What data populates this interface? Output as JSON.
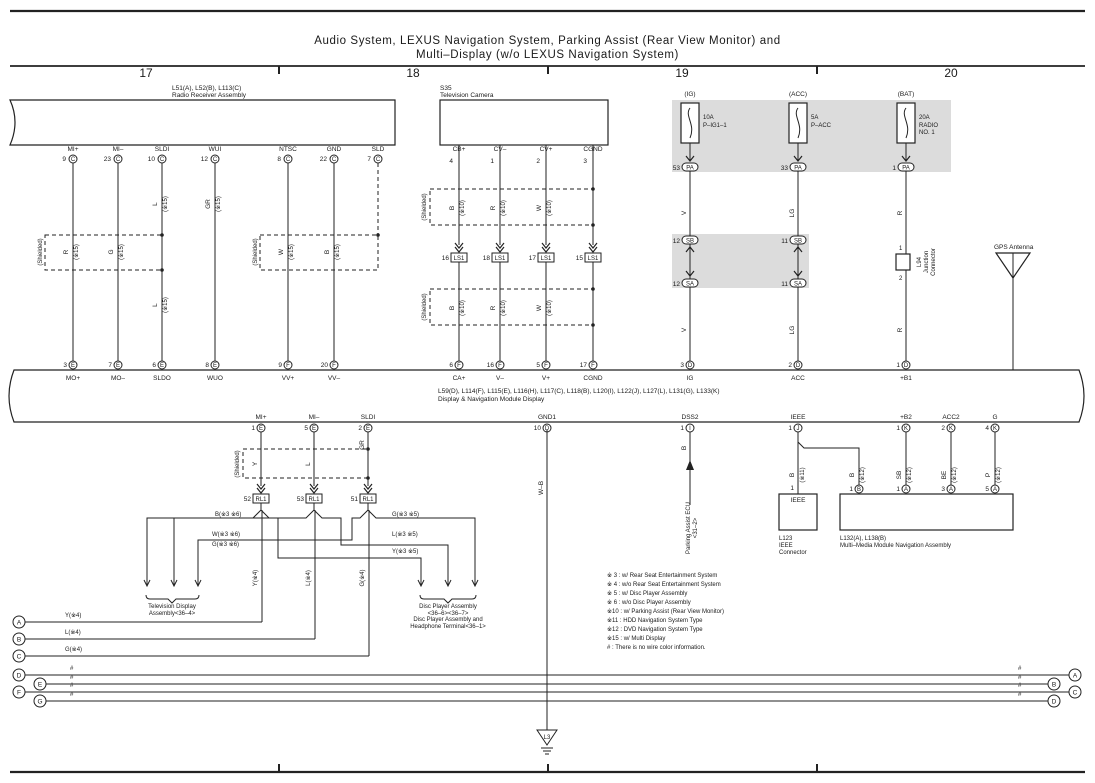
{
  "title": {
    "line1": "Audio System,  LEXUS Navigation System,  Parking Assist (Rear View Monitor) and",
    "line2": "Multi–Display (w/o LEXUS Navigation System)"
  },
  "sections": [
    "17",
    "18",
    "19",
    "20"
  ],
  "radio": {
    "ref": "L51(A), L52(B), L113(C)",
    "name": "Radio Receiver Assembly",
    "pins": [
      {
        "name": "MI+",
        "num": "9",
        "conn": "C",
        "wire": "R",
        "note": "(※15)"
      },
      {
        "name": "MI–",
        "num": "23",
        "conn": "C",
        "wire": "G",
        "note": "(※15)"
      },
      {
        "name": "SLDI",
        "num": "10",
        "conn": "C",
        "wire": "L",
        "note": "(※15)"
      },
      {
        "name": "WUI",
        "num": "12",
        "conn": "C",
        "wire": "GR",
        "note": "(※15)"
      },
      {
        "name": "NTSC",
        "num": "8",
        "conn": "C",
        "wire": "W",
        "note": "(※15)"
      },
      {
        "name": "GND",
        "num": "22",
        "conn": "C",
        "wire": "B",
        "note": "(※15)"
      },
      {
        "name": "SLD",
        "num": "7",
        "conn": "C",
        "wire": "",
        "note": ""
      }
    ]
  },
  "camera": {
    "ref": "S35",
    "name": "Television Camera",
    "pins": [
      {
        "name": "CB+",
        "num": "4",
        "wire": "B",
        "note": "(※10)",
        "lnum": "16"
      },
      {
        "name": "CV–",
        "num": "1",
        "wire": "R",
        "note": "(※10)",
        "lnum": "18"
      },
      {
        "name": "CV+",
        "num": "2",
        "wire": "W",
        "note": "(※10)",
        "lnum": "17"
      },
      {
        "name": "CGND",
        "num": "3",
        "wire": "",
        "note": "",
        "lnum": "15"
      }
    ],
    "connector": "LS1"
  },
  "fuses": [
    {
      "supply": "(IG)",
      "amp": "10A",
      "name": "P–IG1–1",
      "pinnum": "53",
      "conn": "PA",
      "wire": "V"
    },
    {
      "supply": "(ACC)",
      "amp": "5A",
      "name": "P–ACC",
      "pinnum": "33",
      "conn": "PA",
      "wire": "LG"
    },
    {
      "supply": "(BAT)",
      "amp": "20A",
      "name2": "RADIO",
      "name3": "NO. 1",
      "pinnum": "1",
      "conn": "PA",
      "wire": "R"
    }
  ],
  "junction": {
    "sb": "SB",
    "sa": "SA",
    "n1": "12",
    "n2": "11"
  },
  "l94": {
    "ref": "L94",
    "name1": "Junction",
    "name2": "Connector",
    "p1": "1",
    "p2": "2"
  },
  "gps": "GPS Antenna",
  "shielded": "(Shielded)",
  "module": {
    "ref": "L59(D), L114(F), L115(E), L116(H), L117(C), L118(B), L120(I), L122(J), L127(L), L131(G), L133(K)",
    "name": "Display & Navigation Module Display",
    "top_pins": [
      {
        "name": "MO+",
        "num": "3",
        "conn": "E"
      },
      {
        "name": "MO–",
        "num": "7",
        "conn": "E"
      },
      {
        "name": "SLDO",
        "num": "6",
        "conn": "E"
      },
      {
        "name": "WUO",
        "num": "8",
        "conn": "E"
      },
      {
        "name": "VV+",
        "num": "9",
        "conn": "F"
      },
      {
        "name": "VV–",
        "num": "20",
        "conn": "F"
      },
      {
        "name": "CA+",
        "num": "6",
        "conn": "F"
      },
      {
        "name": "V–",
        "num": "16",
        "conn": "F"
      },
      {
        "name": "V+",
        "num": "5",
        "conn": "F"
      },
      {
        "name": "CGND",
        "num": "17",
        "conn": "F"
      },
      {
        "name": "IG",
        "num": "3",
        "conn": "D"
      },
      {
        "name": "ACC",
        "num": "2",
        "conn": "D"
      },
      {
        "name": "+B1",
        "num": "1",
        "conn": "D"
      }
    ],
    "bottom_pins": [
      {
        "name": "MI+",
        "num": "1",
        "conn": "E"
      },
      {
        "name": "MI–",
        "num": "5",
        "conn": "E"
      },
      {
        "name": "SLDI",
        "num": "2",
        "conn": "E"
      },
      {
        "name": "GND1",
        "num": "10",
        "conn": "D"
      },
      {
        "name": "DSS2",
        "num": "1",
        "conn": "I"
      },
      {
        "name": "IEEE",
        "num": "1",
        "conn": "J"
      },
      {
        "name": "+B2",
        "num": "1",
        "conn": "K"
      },
      {
        "name": "ACC2",
        "num": "2",
        "conn": "K"
      },
      {
        "name": "G",
        "num": "4",
        "conn": "K"
      }
    ]
  },
  "rl1": {
    "conn": "RL1",
    "pins": [
      "52",
      "53",
      "51"
    ]
  },
  "bottom_wires": {
    "gr": "GR",
    "y": "Y",
    "l": "L",
    "b36": "B(※3 ※6)",
    "w36": "W(※3 ※6)",
    "g36": "G(※3 ※6)",
    "g35": "G(※3 ※5)",
    "l35": "L(※3 ※5)",
    "y35": "Y(※3 ※5)",
    "y4": "Y(※4)",
    "l4": "L(※4)",
    "g4": "G(※4)",
    "wb": "W–B",
    "b": "B"
  },
  "tv_display": {
    "l1": "Television Display",
    "l2": "Assembly<36–4>"
  },
  "disc_player": {
    "l1": "Disc Player Assembly",
    "l2": "<36–6><36–7>",
    "l3": "Disc Player Assembly and",
    "l4": "Headphone Terminal<36–1>"
  },
  "parking_ecu": {
    "l1": "Parking Assist ECU",
    "l2": "<31–2>"
  },
  "ieee_conn": {
    "ref": "L123",
    "name1": "IEEE",
    "name2": "Connector",
    "label": "IEEE",
    "pin": "1",
    "wire": "B",
    "note": "(※11)"
  },
  "mm": {
    "ref": "L132(A), L138(B)",
    "name": "Multi–Media Module Navigation Assembly",
    "pins": [
      {
        "name": "IEEE",
        "num": "1",
        "conn": "B",
        "wire": "B",
        "note": "(※12)"
      },
      {
        "name": "+B",
        "num": "1",
        "conn": "A",
        "wire": "SB",
        "note": "(※12)"
      },
      {
        "name": "ACC",
        "num": "3",
        "conn": "A",
        "wire": "BE",
        "note": "(※12)"
      },
      {
        "name": "G",
        "num": "5",
        "conn": "A",
        "wire": "P",
        "note": "(※12)"
      }
    ]
  },
  "legend": [
    "※ 3 : w/ Rear Seat Entertainment System",
    "※ 4 : w/o Rear Seat Entertainment System",
    "※ 5 : w/ Disc Player Assembly",
    "※ 6 : w/o Disc Player Assembly",
    "※10 : w/ Parking Assist (Rear View Monitor)",
    "※11 : HDD Navigation System Type",
    "※12 : DVD Navigation System Type",
    "※15 : w/ Multi Display",
    "# : There is no wire color information."
  ],
  "offpage_left": [
    "A",
    "B",
    "C",
    "D",
    "E",
    "F",
    "G"
  ],
  "offpage_right": [
    "A",
    "B",
    "C",
    "D"
  ],
  "offpage_wires": {
    "a": "Y(※4)",
    "b": "L(※4)",
    "c": "G(※4)",
    "hash": "#"
  },
  "ground": "L3"
}
